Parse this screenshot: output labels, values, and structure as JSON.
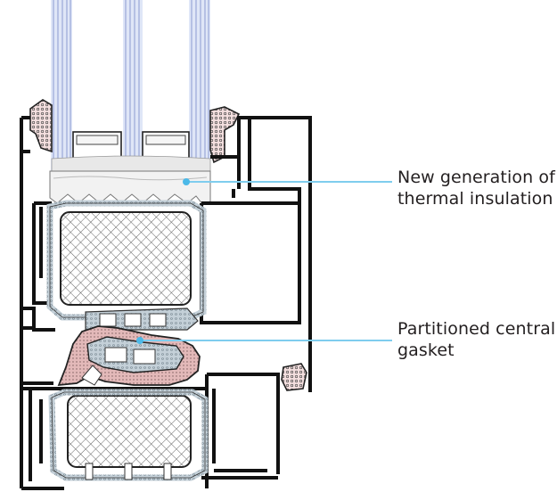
{
  "callouts": [
    {
      "lines": [
        "New generation of",
        "thermal insulation"
      ]
    },
    {
      "lines": [
        "Partitioned central",
        "gasket"
      ]
    }
  ],
  "colors": {
    "frame": "#111111",
    "glass": "#b9c4e6",
    "insulation": "#f1f1f1",
    "gasket": "#d8a9a9",
    "thermal_break": "#b8c6d0",
    "leader_line": "#7fcdee",
    "leader_dot": "#4cb9e8"
  }
}
